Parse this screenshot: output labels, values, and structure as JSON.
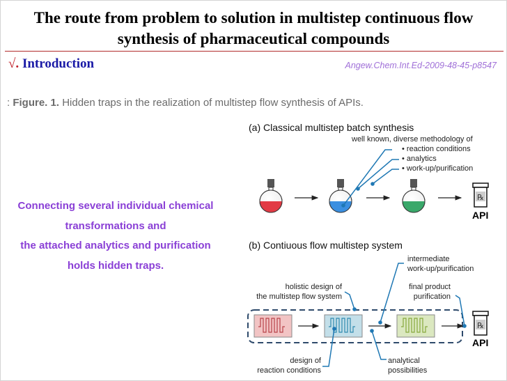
{
  "slide": {
    "title_line1": "The route from problem to solution in multistep continuous flow",
    "title_line2": "synthesis of pharmaceutical compounds",
    "section_mark": "√.",
    "section_title": "Introduction",
    "reference": "Angew.Chem.Int.Ed-2009-48-45-p8547",
    "caption_prefix": ": ",
    "caption_label": "Figure. 1.",
    "caption_text": " Hidden traps in the realization of multistep flow synthesis of APIs.",
    "callout_lines": [
      "Connecting several individual chemical",
      "transformations and",
      "the attached analytics and purification",
      "holds hidden traps."
    ]
  },
  "figure": {
    "panel_a": {
      "heading": "(a) Classical multistep batch synthesis",
      "note_header": "well known, diverse methodology  of",
      "bullets": [
        "•  reaction conditions",
        "•  analytics",
        "•  work-up/purification"
      ],
      "flasks": [
        {
          "name": "red-flask",
          "color": "#e23b45"
        },
        {
          "name": "blue-flask",
          "color": "#3a8fe0"
        },
        {
          "name": "green-flask",
          "color": "#3aa86a"
        }
      ],
      "product_label": "API",
      "product_symbol": "℞"
    },
    "panel_b": {
      "heading": "(b) Contiuous flow multistep system",
      "labels": {
        "intermediate_l1": "intermediate",
        "intermediate_l2": "work-up/purification",
        "holistic_l1": "holistic design of",
        "holistic_l2": "the multistep  flow system",
        "final_l1": "final product",
        "final_l2": "purification",
        "design_l1": "design of",
        "design_l2": "reaction conditions",
        "analytical_l1": "analytical",
        "analytical_l2": "possibilities"
      },
      "reactors": [
        {
          "name": "red-reactor",
          "fill": "#f2c4c4",
          "line": "#b8434a"
        },
        {
          "name": "blue-reactor",
          "fill": "#c3dfe9",
          "line": "#2f8ab0"
        },
        {
          "name": "green-reactor",
          "fill": "#dbe8c0",
          "line": "#86a83c"
        }
      ],
      "product_label": "API",
      "product_symbol": "℞"
    },
    "colors": {
      "callout_line": "#1f78b4",
      "dashed_box": "#2e4a6b"
    }
  }
}
